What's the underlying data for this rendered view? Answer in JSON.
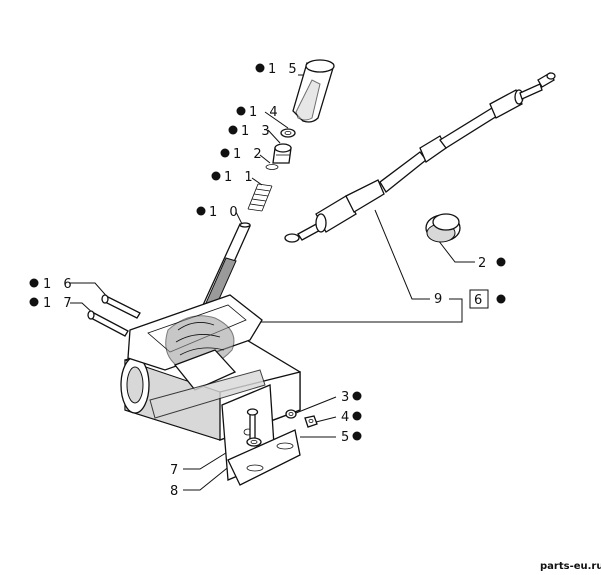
{
  "callouts": [
    {
      "id": "c15",
      "text": "1 5",
      "bullet_before": true,
      "bullet_after": false
    },
    {
      "id": "c14",
      "text": "1 4",
      "bullet_before": true,
      "bullet_after": false
    },
    {
      "id": "c13",
      "text": "1 3",
      "bullet_before": true,
      "bullet_after": false
    },
    {
      "id": "c12",
      "text": "1 2",
      "bullet_before": true,
      "bullet_after": false
    },
    {
      "id": "c11",
      "text": "1 1",
      "bullet_before": true,
      "bullet_after": false
    },
    {
      "id": "c10",
      "text": "1 0",
      "bullet_before": true,
      "bullet_after": false
    },
    {
      "id": "c16",
      "text": "1 6",
      "bullet_before": true,
      "bullet_after": false
    },
    {
      "id": "c17",
      "text": "1 7",
      "bullet_before": true,
      "bullet_after": false
    },
    {
      "id": "c2",
      "text": "2",
      "bullet_before": false,
      "bullet_after": true
    },
    {
      "id": "c9",
      "text": "9",
      "bullet_before": false,
      "bullet_after": false
    },
    {
      "id": "c6",
      "text": "6",
      "bullet_before": false,
      "bullet_after": true,
      "boxed": true
    },
    {
      "id": "c3",
      "text": "3",
      "bullet_before": false,
      "bullet_after": true
    },
    {
      "id": "c4",
      "text": "4",
      "bullet_before": false,
      "bullet_after": true
    },
    {
      "id": "c5",
      "text": "5",
      "bullet_before": false,
      "bullet_after": true
    },
    {
      "id": "c7",
      "text": "7",
      "bullet_before": false,
      "bullet_after": false
    },
    {
      "id": "c8",
      "text": "8",
      "bullet_before": false,
      "bullet_after": false
    }
  ],
  "watermark": "parts-eu.ru"
}
